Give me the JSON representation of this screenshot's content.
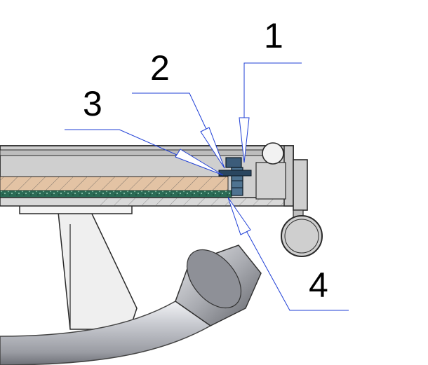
{
  "callouts": [
    {
      "label": "1"
    },
    {
      "label": "2"
    },
    {
      "label": "3"
    },
    {
      "label": "4"
    }
  ],
  "colors": {
    "leader": "#1f3fd6",
    "frame_fill": "#cfcfcf",
    "frame_stroke": "#2a2a2a",
    "wood_layer": "#e3c3a4",
    "green_layer": "#2b6b55",
    "pipe_light": "#d9dbe0",
    "pipe_dark": "#7b7d85"
  }
}
